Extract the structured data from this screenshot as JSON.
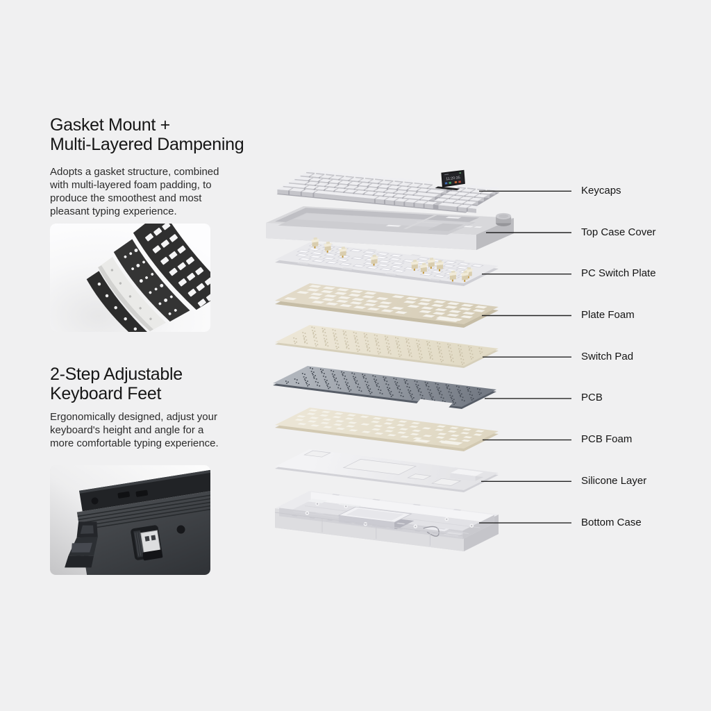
{
  "page": {
    "background": "#f0f0f1"
  },
  "sections": [
    {
      "heading_lines": [
        "Gasket Mount +",
        "Multi-Layered Dampening"
      ],
      "body_lines": [
        "Adopts a gasket structure, combined",
        "with multi-layered foam padding, to",
        "produce the smoothest and most",
        "pleasant typing experience."
      ],
      "photo": "dampening-layers-photo"
    },
    {
      "heading_lines": [
        "2-Step Adjustable",
        "Keyboard Feet"
      ],
      "body_lines": [
        "Ergonomically designed, adjust your",
        "keyboard's height and angle for a",
        "more comfortable typing experience."
      ],
      "photo": "keyboard-feet-photo"
    }
  ],
  "diagram": {
    "display_time": "11:20:35",
    "line_color": "#222222",
    "label_color": "#141414",
    "layers": [
      {
        "id": "keycaps",
        "label": "Keycaps",
        "color": "#ededf0"
      },
      {
        "id": "top-case-cover",
        "label": "Top Case Cover",
        "color": "#d8d8db"
      },
      {
        "id": "pc-switch-plate",
        "label": "PC Switch Plate",
        "color": "#e9e9eb"
      },
      {
        "id": "plate-foam",
        "label": "Plate Foam",
        "color": "#ded6c3"
      },
      {
        "id": "switch-pad",
        "label": "Switch Pad",
        "color": "#eae4d3"
      },
      {
        "id": "pcb",
        "label": "PCB",
        "color": "#8d939b"
      },
      {
        "id": "pcb-foam",
        "label": "PCB Foam",
        "color": "#e7e0cf"
      },
      {
        "id": "silicone-layer",
        "label": "Silicone Layer",
        "color": "#eeeef0"
      },
      {
        "id": "bottom-case",
        "label": "Bottom Case",
        "color": "#e9e9ec"
      }
    ]
  }
}
